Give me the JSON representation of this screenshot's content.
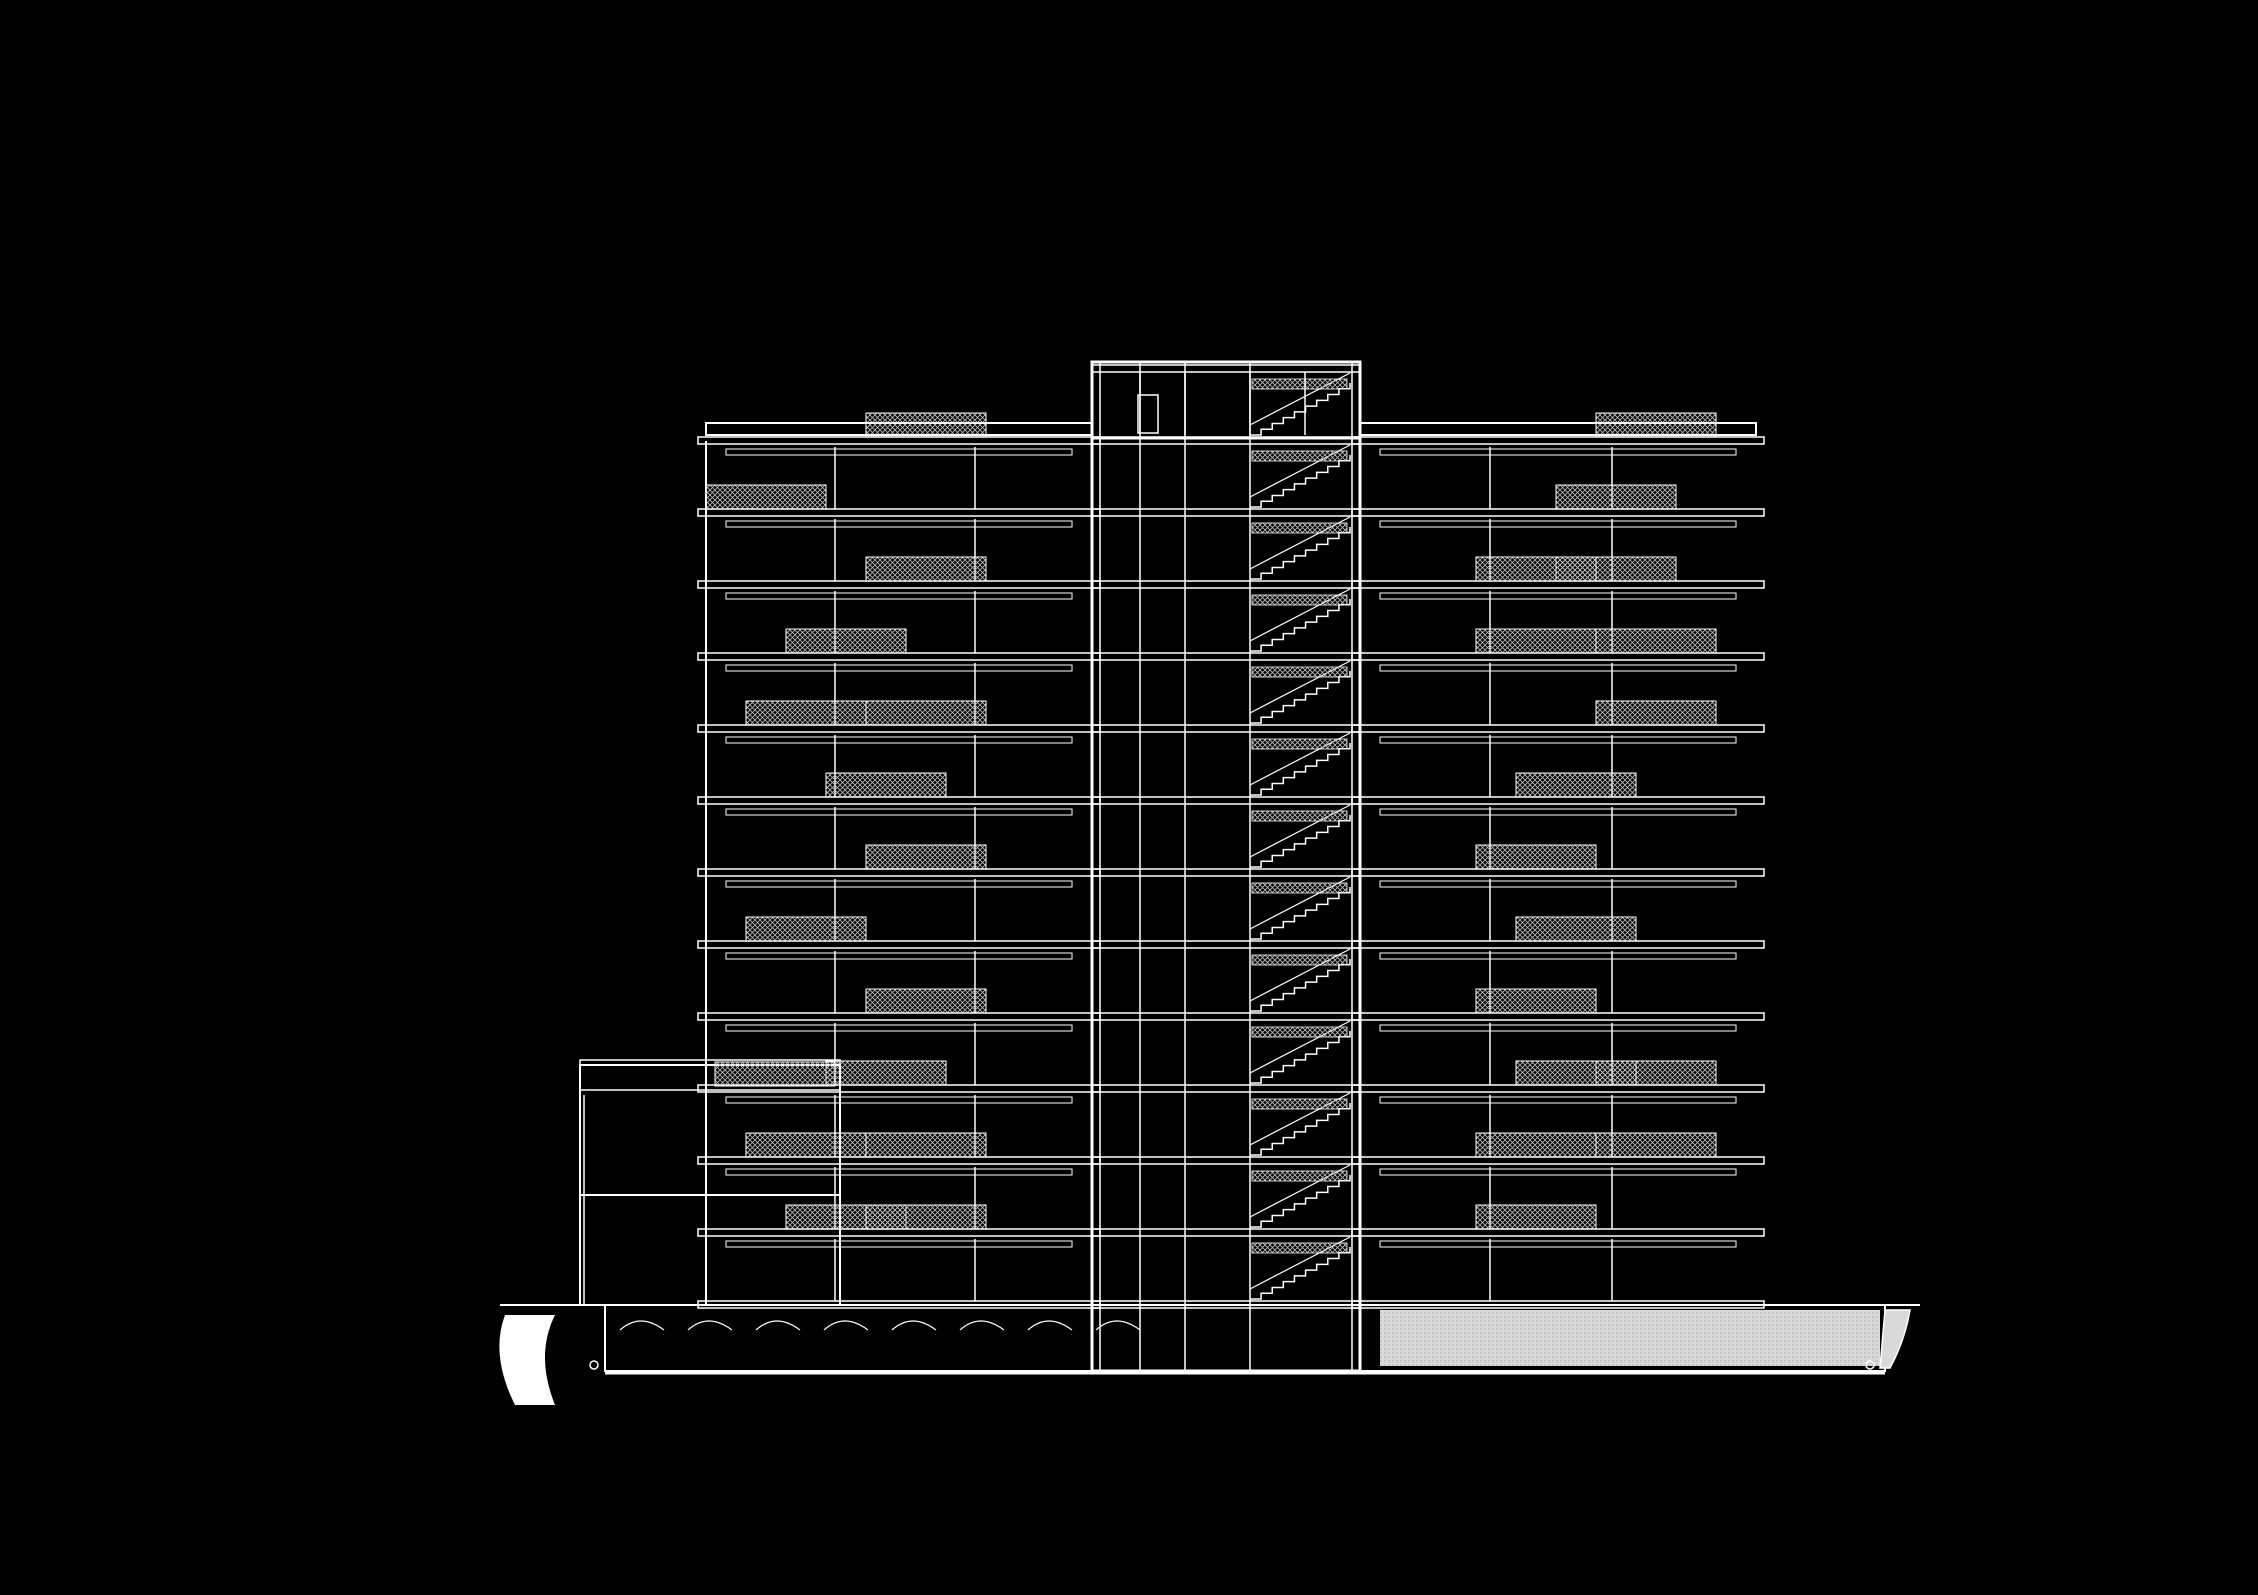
{
  "drawing": {
    "kind": "building-section",
    "background_color": "#000000",
    "line_color": "#ffffff",
    "hatch_color": "#bfbfbf",
    "ground_fill_color": "#d9d9d9",
    "above_ground_floors": 12,
    "basement_levels": 1,
    "core": "stair-and-lift",
    "stair_flights": 13,
    "balconies": [
      {
        "floor": 1,
        "left": [
          4,
          6
        ],
        "right": [
          6
        ]
      },
      {
        "floor": 2,
        "left": [
          3,
          6
        ],
        "right": [
          3,
          6
        ]
      },
      {
        "floor": 3,
        "left": [
          5
        ],
        "right": [
          3,
          5
        ]
      },
      {
        "floor": 4,
        "left": [
          6
        ],
        "right": [
          6
        ]
      },
      {
        "floor": 5,
        "left": [
          3
        ],
        "right": [
          5
        ]
      },
      {
        "floor": 6,
        "left": [
          6
        ],
        "right": [
          6
        ]
      },
      {
        "floor": 7,
        "left": [
          5
        ],
        "right": [
          5
        ]
      },
      {
        "floor": 8,
        "left": [
          3,
          6
        ],
        "right": [
          3
        ]
      },
      {
        "floor": 9,
        "left": [
          4
        ],
        "right": [
          3,
          6
        ]
      },
      {
        "floor": 10,
        "left": [
          6
        ],
        "right": [
          4,
          6
        ]
      },
      {
        "floor": 11,
        "left": [
          2
        ],
        "right": [
          4
        ]
      },
      {
        "floor": 12,
        "left": [
          6
        ],
        "right": [
          3
        ]
      }
    ]
  }
}
